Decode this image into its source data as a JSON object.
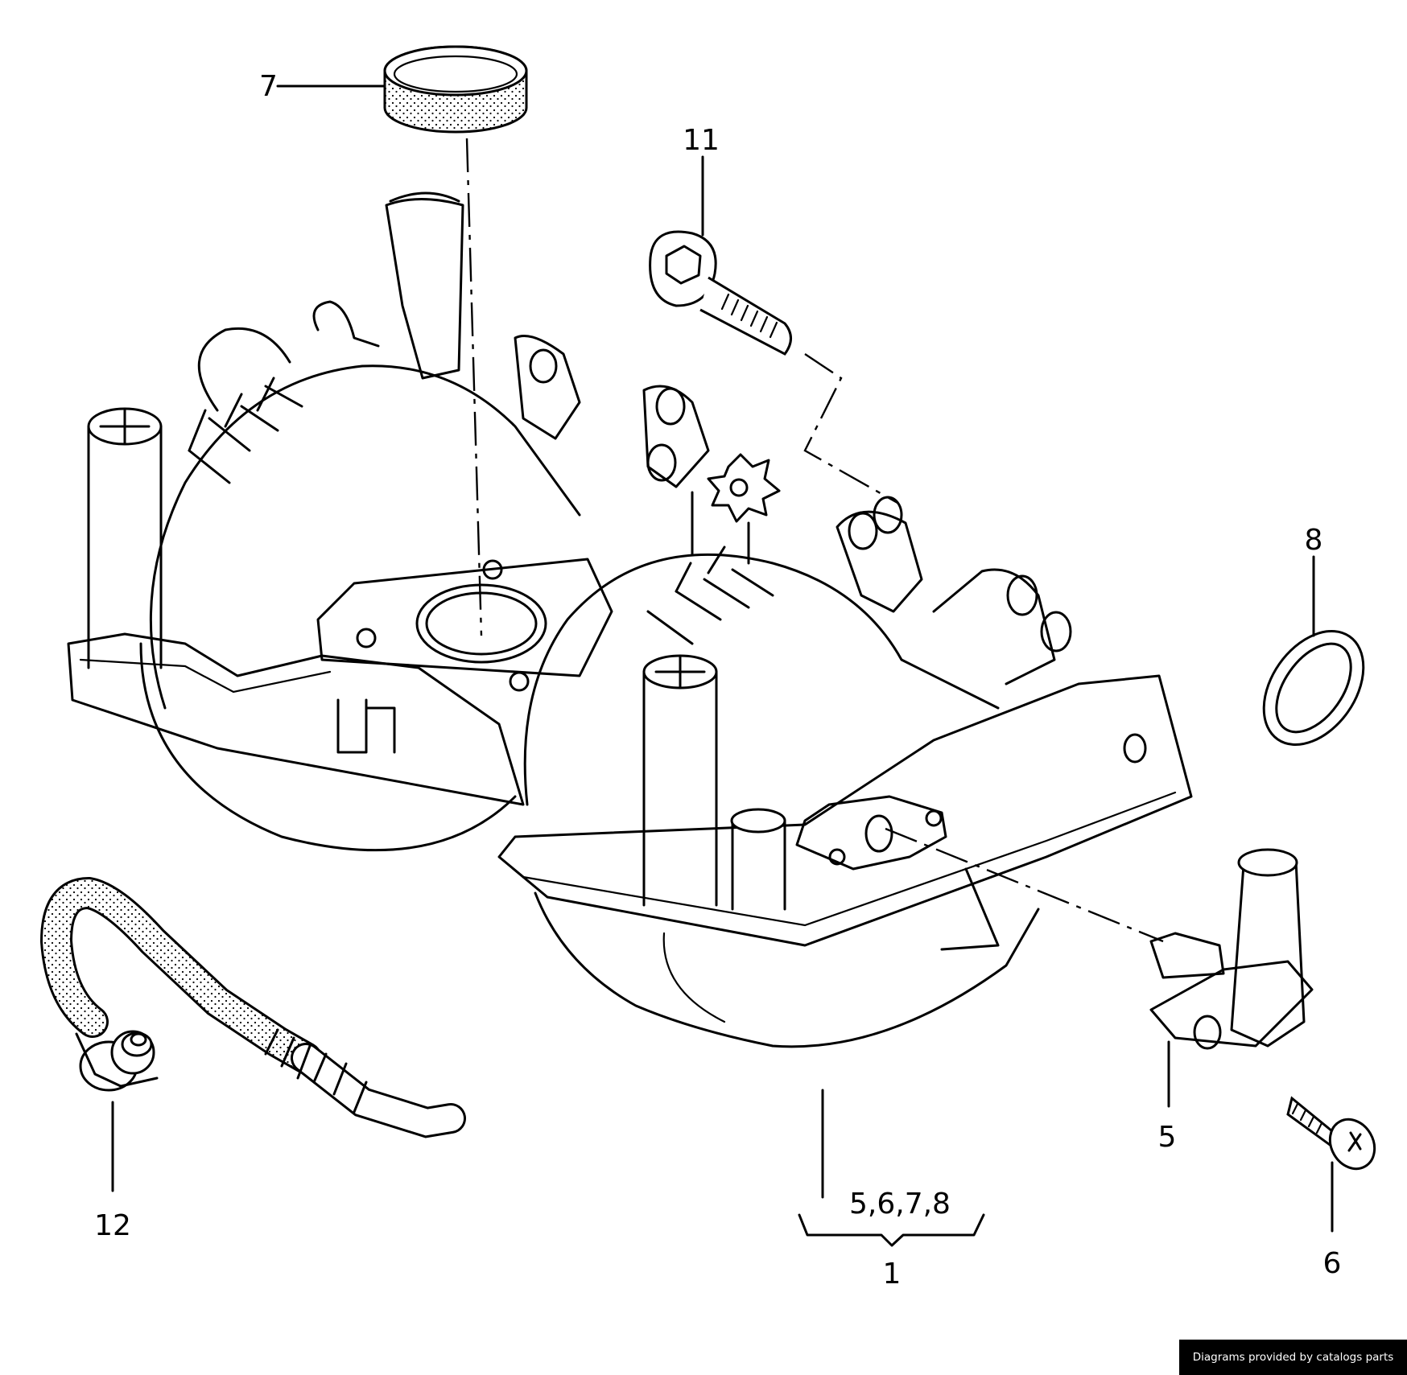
{
  "callouts": {
    "c7": "7",
    "c11": "11",
    "c8": "8",
    "c5": "5",
    "c6": "6",
    "c12": "12",
    "c5678": "5,6,7,8",
    "c1": "1"
  },
  "credit": "Diagrams provided by catalogs parts"
}
